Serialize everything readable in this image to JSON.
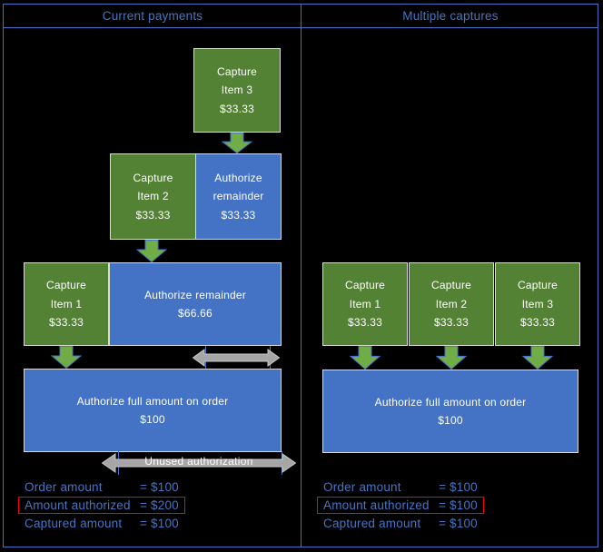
{
  "header": {
    "left_title": "Current payments",
    "right_title": "Multiple captures"
  },
  "colors": {
    "background": "#000000",
    "frame_border": "#4472C4",
    "green_box": "#548235",
    "blue_box": "#4472C4",
    "arrow_green": "#70AD47",
    "arrow_gray": "#A6A6A6",
    "box_border": "#D9D9D9",
    "summary_text": "#4775C2",
    "highlight_box_red": "#FF0000",
    "box_text": "#FFFFFF"
  },
  "left_panel": {
    "capture_item3": "Capture\nItem 3\n$33.33",
    "capture_item2": "Capture\nItem 2\n$33.33",
    "authorize_remainder_33": "Authorize\nremainder\n$33.33",
    "capture_item1": "Capture\nItem 1\n$33.33",
    "authorize_remainder_66": "Authorize remainder\n$66.66",
    "authorize_full": "Authorize full amount on order\n$100",
    "unused_label": "Unused authorization",
    "summary": {
      "order_label": "Order amount",
      "order_value": "= $100",
      "authorized_label": "Amount authorized",
      "authorized_value": "= $200",
      "captured_label": "Captured amount",
      "captured_value": "= $100"
    }
  },
  "right_panel": {
    "capture_item1": "Capture\nItem 1\n$33.33",
    "capture_item2": "Capture\nItem 2\n$33.33",
    "capture_item3": "Capture\nItem 3\n$33.33",
    "authorize_full": "Authorize full amount on order\n$100",
    "summary": {
      "order_label": "Order amount",
      "order_value": "= $100",
      "authorized_label": "Amount authorized",
      "authorized_value": "= $100",
      "captured_label": "Captured amount",
      "captured_value": "= $100"
    }
  }
}
